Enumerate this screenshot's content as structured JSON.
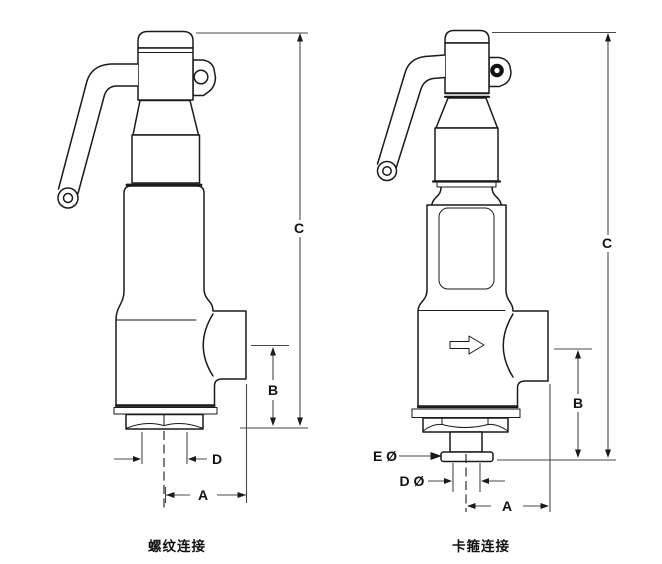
{
  "diagram": {
    "left": {
      "caption": "螺纹连接",
      "dim_a": "A",
      "dim_b": "B",
      "dim_c": "C",
      "dim_d": "D"
    },
    "right": {
      "caption": "卡箍连接",
      "dim_a": "A",
      "dim_b": "B",
      "dim_c": "C",
      "dim_d": "D Ø",
      "dim_e": "E Ø"
    }
  },
  "colors": {
    "outline": "#1a1a1a",
    "dimension": "#4a4a4a",
    "background": "#ffffff",
    "label": "#111111"
  }
}
